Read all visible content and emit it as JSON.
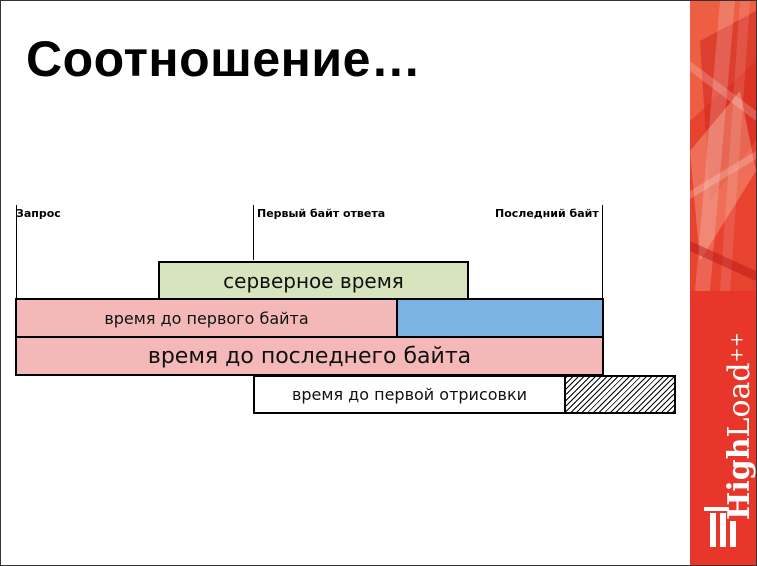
{
  "title": "Соотношение…",
  "markers": {
    "request": "Запрос",
    "first_byte": "Первый байт ответа",
    "last_byte": "Последний байт"
  },
  "bars": {
    "server_time": "серверное время",
    "time_to_first_byte": "время до первого байта",
    "time_to_last_byte": "время до последнего байта",
    "time_to_first_paint": "время до первой отрисовки"
  },
  "brand": {
    "high": "High",
    "load": "Load",
    "plus": "++"
  },
  "colors": {
    "green": "#d7e4bd",
    "pink": "#f4b8b8",
    "blue": "#7bb4e3",
    "red": "#e8362b"
  }
}
